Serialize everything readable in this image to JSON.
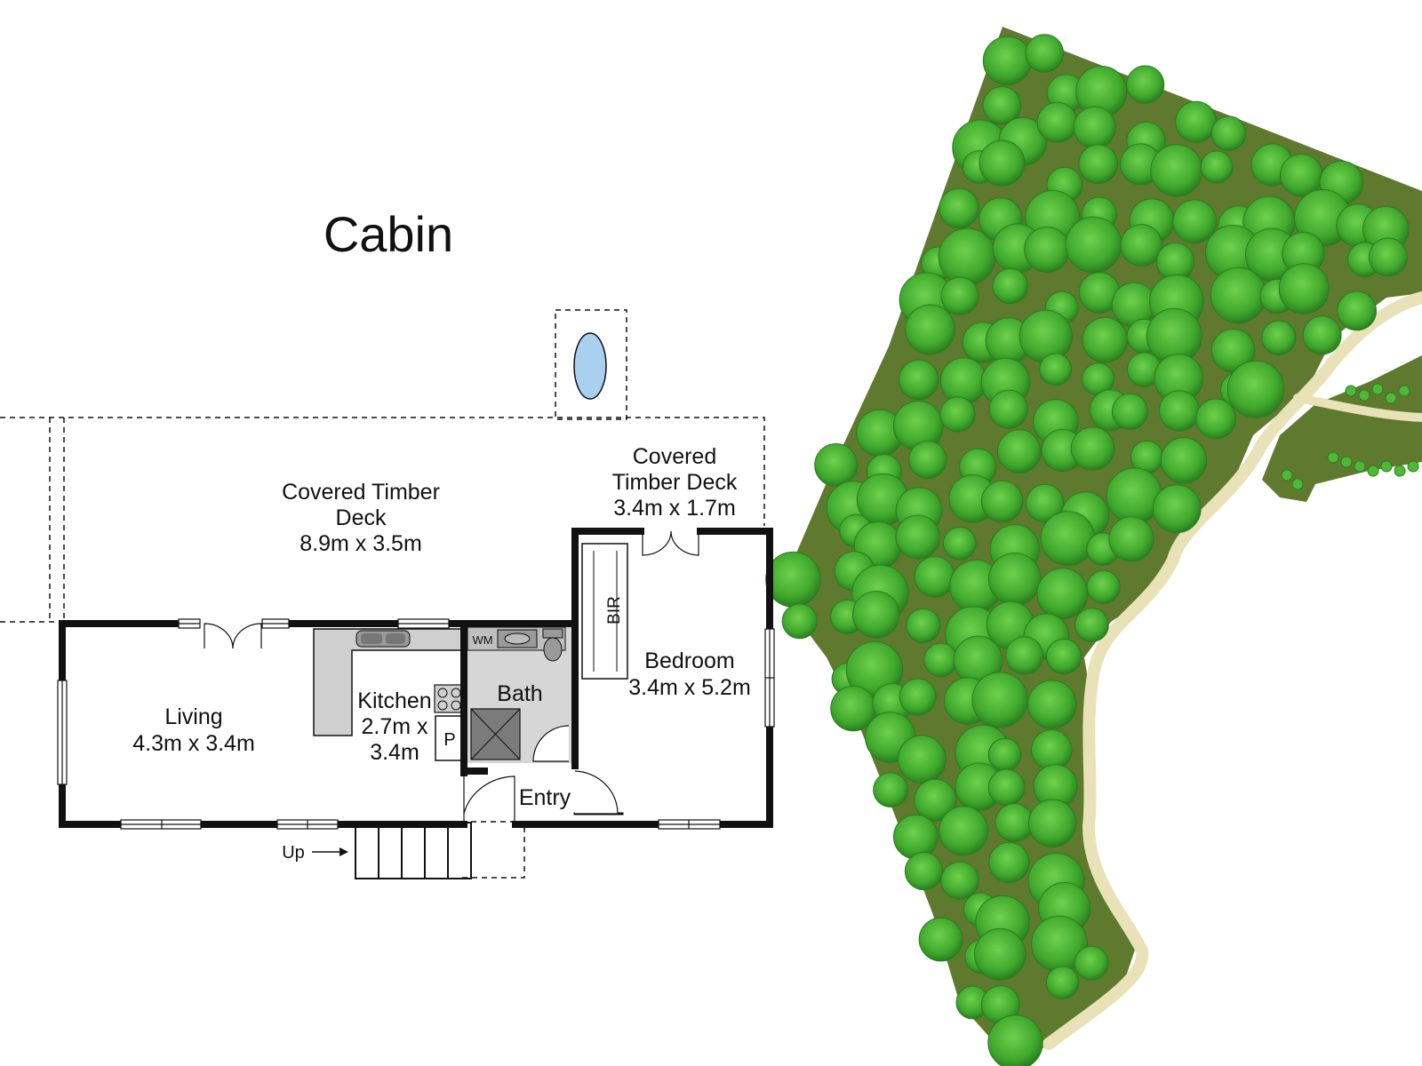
{
  "title": "Cabin",
  "rooms": {
    "deck_main": {
      "line1": "Covered Timber",
      "line2": "Deck",
      "size": "8.9m x 3.5m"
    },
    "deck_small": {
      "line1": "Covered",
      "line2": "Timber Deck",
      "size": "3.4m x 1.7m"
    },
    "living": {
      "name": "Living",
      "size": "4.3m x 3.4m"
    },
    "kitchen": {
      "name": "Kitchen",
      "size1": "2.7m x",
      "size2": "3.4m"
    },
    "bath": {
      "name": "Bath"
    },
    "bedroom": {
      "name": "Bedroom",
      "size": "3.4m x 5.2m"
    },
    "entry": {
      "name": "Entry"
    }
  },
  "fixtures": {
    "bir": "BIR",
    "wm": "WM",
    "pantry": "P",
    "stairs": "Up"
  },
  "colors": {
    "wall": "#111111",
    "fixture_fill": "#cfcfcf",
    "water_tank": "#a9d0ee",
    "land": "#5f7a2e",
    "tree": "#4fb83a",
    "tree_dark": "#2f8f24",
    "track": "#e9e2b8"
  }
}
